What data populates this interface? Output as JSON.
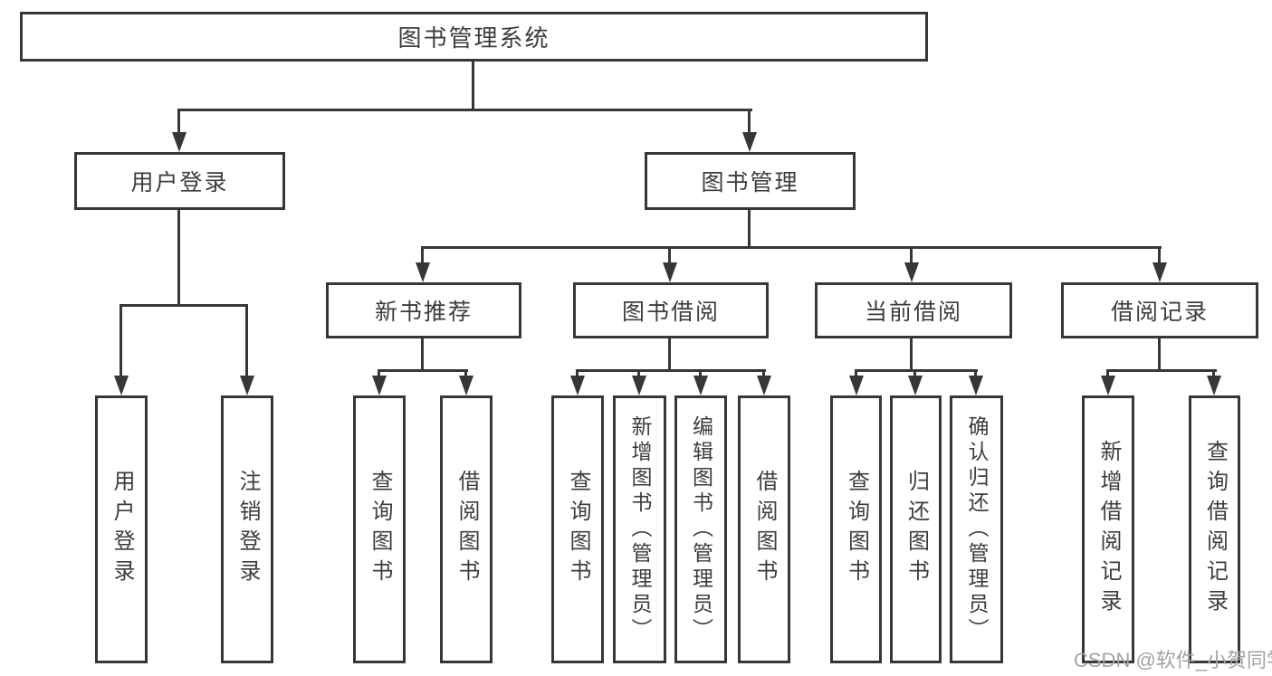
{
  "watermark": "CSDN @软件_小贺同学",
  "colors": {
    "line": "#373737",
    "text": "#3d3d3d",
    "watermark": "#a3a3a3",
    "background": "#ffffff"
  },
  "tree": {
    "root": {
      "label": "图书管理系统"
    },
    "branches": [
      {
        "label": "用户登录",
        "children": [
          {
            "label": "用户登录"
          },
          {
            "label": "注销登录"
          }
        ]
      },
      {
        "label": "图书管理",
        "children": [
          {
            "label": "新书推荐",
            "children": [
              {
                "label": "查询图书"
              },
              {
                "label": "借阅图书"
              }
            ]
          },
          {
            "label": "图书借阅",
            "children": [
              {
                "label": "查询图书"
              },
              {
                "label": "新增图书（管理员）"
              },
              {
                "label": "编辑图书（管理员）"
              },
              {
                "label": "借阅图书"
              }
            ]
          },
          {
            "label": "当前借阅",
            "children": [
              {
                "label": "查询图书"
              },
              {
                "label": "归还图书"
              },
              {
                "label": "确认归还（管理员）"
              }
            ]
          },
          {
            "label": "借阅记录",
            "children": [
              {
                "label": "新增借阅记录"
              },
              {
                "label": "查询借阅记录"
              }
            ]
          }
        ]
      }
    ]
  }
}
